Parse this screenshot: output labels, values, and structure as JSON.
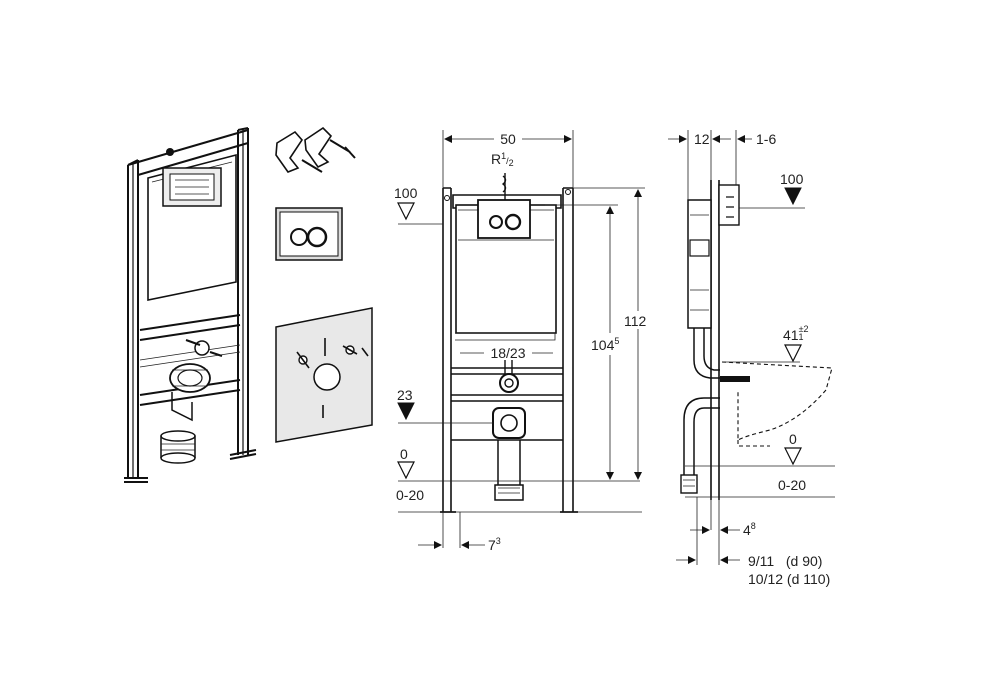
{
  "front": {
    "width": "50",
    "thread": "R",
    "thread_num": "1",
    "thread_den": "2",
    "level_100": "100",
    "level_23": "23",
    "level_0": "0",
    "level_0_20": "0-20",
    "flush_spacing": "18/23",
    "h_104_base": "104",
    "h_104_sup": "5",
    "h_112": "112",
    "foot_base": "7",
    "foot_sup": "3"
  },
  "side": {
    "d12": "12",
    "d1_6": "1-6",
    "level_100": "100",
    "h41_base": "41",
    "h41_plus": "±2",
    "h41_minus": "1",
    "level_0": "0",
    "level_0_20": "0-20",
    "d4_base": "4",
    "d4_sup": "8",
    "pipe_90": "9/11   (d 90)",
    "pipe_110": "10/12 (d 110)"
  }
}
